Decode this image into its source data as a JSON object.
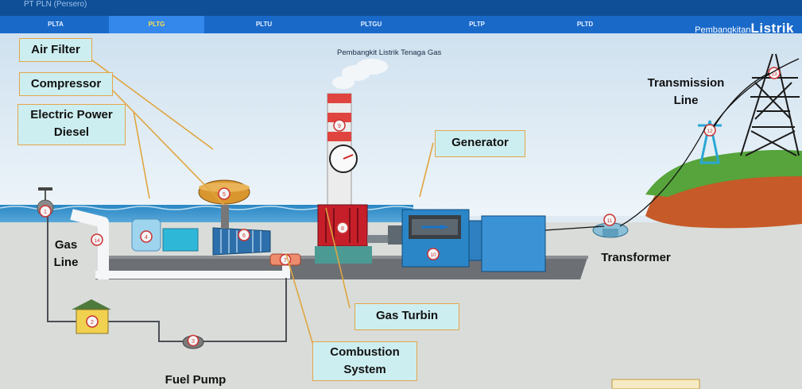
{
  "header": {
    "top_cut_text": "PT PLN (Persero)",
    "brand_prefix": "Pembangkitan",
    "brand_main": "Listrik"
  },
  "nav": {
    "tabs": [
      {
        "label": "PLTA",
        "active": false
      },
      {
        "label": "PLTG",
        "active": true
      },
      {
        "label": "PLTU",
        "active": false
      },
      {
        "label": "PLTGU",
        "active": false
      },
      {
        "label": "PLTP",
        "active": false
      },
      {
        "label": "PLTD",
        "active": false
      }
    ]
  },
  "diagram": {
    "subtitle": "Pembangkit Listrik Tenaga Gas",
    "labels": {
      "air_filter": "Air Filter",
      "compressor": "Compressor",
      "electric_power_diesel_1": "Electric Power",
      "electric_power_diesel_2": "Diesel",
      "gas_line_1": "Gas",
      "gas_line_2": "Line",
      "generator": "Generator",
      "gas_turbin": "Gas Turbin",
      "combustion_1": "Combustion",
      "combustion_2": "System",
      "fuel_pump": "Fuel Pump",
      "transformer": "Transformer",
      "transmission_1": "Transmission",
      "transmission_2": "Line"
    },
    "component_numbers": {
      "n1": "1",
      "n2": "2",
      "n3": "3",
      "n4": "4",
      "n5": "5",
      "n6": "6",
      "n7": "7",
      "n8": "8",
      "n9": "9",
      "n10": "10",
      "n11": "11",
      "n12": "12",
      "n13": "13",
      "n14": "14"
    }
  },
  "colors": {
    "nav_bg": "#1969c9",
    "top_bg": "#0e4f98",
    "callout_bg": "#cdeef0",
    "callout_border": "#e3a64b",
    "leader_line": "#e0a640"
  }
}
